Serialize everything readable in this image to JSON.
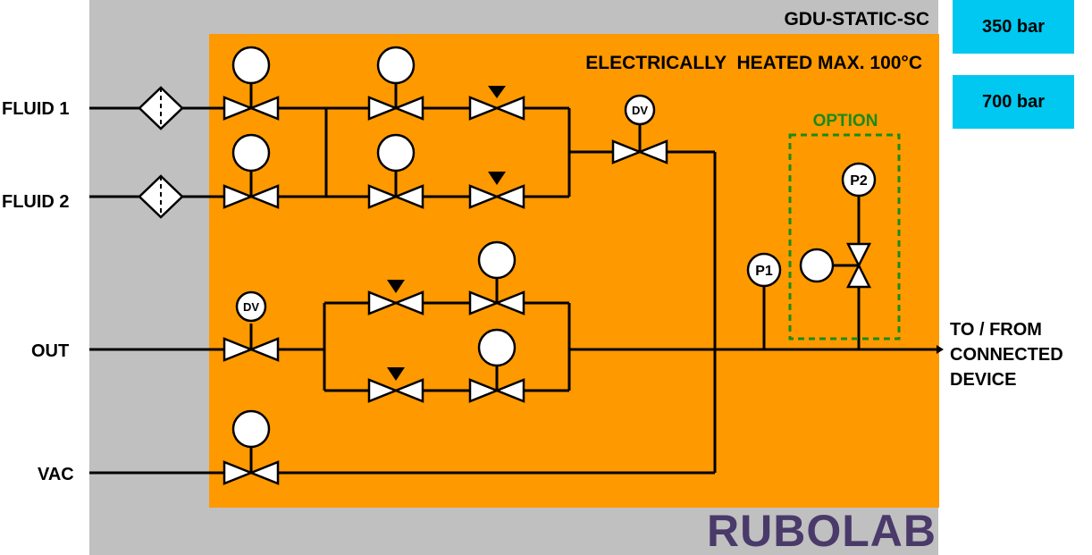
{
  "title": "GDU-STATIC-SC",
  "heated_label": "ELECTRICALLY  HEATED MAX. 100°C",
  "inputs": {
    "fluid1": "FLUID 1",
    "fluid2": "FLUID 2",
    "out": "OUT",
    "vac": "VAC"
  },
  "outlet": [
    "TO / FROM",
    "CONNECTED",
    "DEVICE"
  ],
  "option_label": "OPTION",
  "gauges": {
    "p1": "P1",
    "p2": "P2"
  },
  "dv_label": "DV",
  "pressure_options": [
    "350 bar",
    "700 bar"
  ],
  "logo": "RUBOLAB",
  "colors": {
    "outer_panel": "#c0c0c0",
    "heated_zone": "#ff9900",
    "option_border": "#1a8a1a",
    "badge": "#00c8f0",
    "logo": "#4a3a6a"
  }
}
